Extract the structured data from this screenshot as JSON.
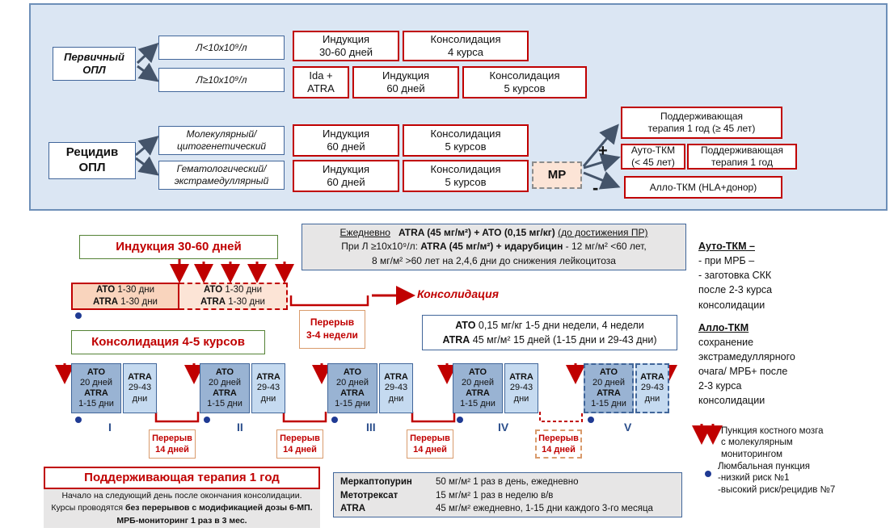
{
  "top": {
    "primary_label": [
      "Первичный",
      "ОПЛ"
    ],
    "relapse_label": [
      "Рецидив",
      "ОПЛ"
    ],
    "low_wbc": "Л<10х10⁹/л",
    "high_wbc": "Л≥10х10⁹/л",
    "row1": [
      [
        "Индукция",
        "30-60 дней"
      ],
      [
        "Консолидация",
        "4 курса"
      ]
    ],
    "row2": [
      [
        "Ida +",
        "ATRA"
      ],
      [
        "Индукция",
        "60 дней"
      ],
      [
        "Консолидация",
        "5 курсов"
      ]
    ],
    "molecular": [
      "Молекулярный/",
      "цитогенетический"
    ],
    "hematologic": [
      "Гематологический/",
      "экстрамедуллярный"
    ],
    "row3": [
      [
        "Индукция",
        "60 дней"
      ],
      [
        "Консолидация",
        "5 курсов"
      ]
    ],
    "row4": [
      [
        "Индукция",
        "60 дней"
      ],
      [
        "Консолидация",
        "5 курсов"
      ]
    ],
    "mr": "МР",
    "plus": "+",
    "minus": "-",
    "maint_box": [
      "Поддерживающая",
      "терапия   1 год (≥ 45 лет)"
    ],
    "auto": [
      "Ауто-ТКМ",
      "(< 45 лет)"
    ],
    "auto_maint": [
      "Поддерживающая",
      "терапия  1 год"
    ],
    "allo": "Алло-ТКМ (HLA+донор)"
  },
  "induction": {
    "title": "Индукция 30-60 дней",
    "ato_label": "ATO",
    "ato_days": " 1-30 дни",
    "atra_label": "ATRA",
    "atra_days": " 1-30 дни",
    "to_consolidation": "Консолидация",
    "pause": [
      "Перерыв",
      "3-4 недели"
    ]
  },
  "daily_box": {
    "line1_prefix": "Ежедневно",
    "line1_bold": "ATRA (45 мг/м²) + ATO (0,15 мг/кг)",
    "line1_suffix": "(до достижения ПР)",
    "line2_prefix": "При Л ≥10х10⁹/л: ",
    "line2_bold": "ATRA (45 мг/м²) + идарубицин",
    "line2_suffix": " - 12 мг/м² <60 лет,",
    "line3": "8 мг/м² >60 лет на 2,4,6 дни до снижения лейкоцитоза"
  },
  "ato_box": {
    "l1_bold": "ATO",
    "l1": " 0,15 мг/кг  1-5 дни недели, 4 недели",
    "l2_bold": "ATRA",
    "l2": " 45 мг/м²  15 дней (1-15 дни и 29-43 дни)"
  },
  "consolidation": {
    "title": "Консолидация 4-5 курсов",
    "cycle_a": [
      "ATO",
      "20 дней",
      "ATRA",
      "1-15 дни"
    ],
    "cycle_b": [
      "ATRA",
      "29-43",
      "дни"
    ],
    "romans": [
      "I",
      "II",
      "III",
      "IV",
      "V"
    ],
    "pause": [
      "Перерыв",
      "14 дней"
    ]
  },
  "maintenance": {
    "title": "Поддерживающая терапия 1 год",
    "line1": "Начало на следующий день после окончания консолидации.",
    "line2_prefix": "Курсы проводятся ",
    "line2_bold": "без перерывов с модификацией дозы 6-МП.",
    "line3": "МРБ-мониторинг 1 раз в 3 мес."
  },
  "drugs": [
    {
      "name": "Меркаптопурин",
      "dose": "50 мг/м² 1 раз в день, ежедневно"
    },
    {
      "name": "Метотрексат",
      "dose": "15 мг/м² 1 раз в  неделю в/в"
    },
    {
      "name": "ATRA",
      "dose": "45 мг/м² ежедневно, 1-15 дни каждого 3-го месяца"
    }
  ],
  "sidebar": {
    "auto_title": "Ауто-ТКМ –",
    "auto_lines": [
      "- при МРБ –",
      "- заготовка СКК",
      "после 2-3 курса",
      "консолидации"
    ],
    "allo_title": "Алло-ТКМ",
    "allo_lines": [
      "сохранение",
      "экстрамедуллярного",
      "очага/ МРБ+ после",
      "2-3 курса",
      "консолидации"
    ],
    "legend_puncture": [
      "Пункция костного мозга",
      "с молекулярным",
      "мониторингом"
    ],
    "legend_lumbar": [
      "Люмбальная пункция",
      "-низкий риск №1",
      "-высокий риск/рецидив №7"
    ]
  },
  "colors": {
    "red": "#c00000",
    "navy": "#41669a",
    "panel": "#dbe6f3",
    "cycle_dark": "#99b3d3",
    "cycle_light": "#c5daf0",
    "induction_fill": "#f9d4bd",
    "mr_fill": "#fce4d6"
  }
}
